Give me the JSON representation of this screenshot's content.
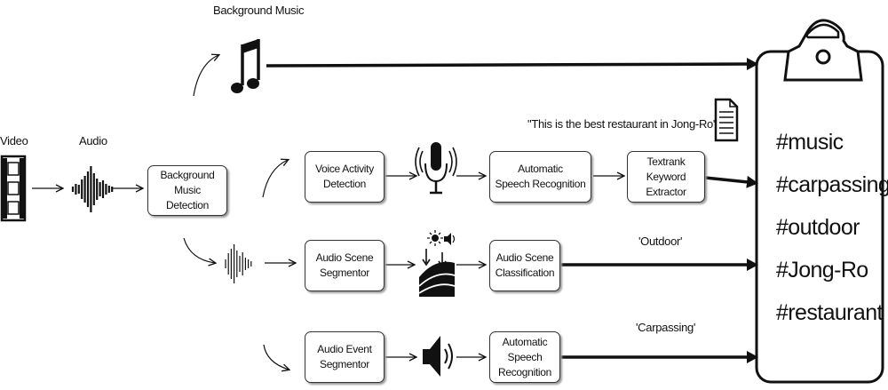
{
  "labels": {
    "background_music": "Background Music",
    "video": "Video",
    "audio": "Audio",
    "speech_quote": "\"This is the best restaurant in Jong-Ro\"",
    "outdoor_quote": "'Outdoor'",
    "carpassing_quote": "'Carpassing'"
  },
  "boxes": {
    "bg_music_detection": "Background Music\nDetection",
    "voice_activity_detection": "Voice Activity\nDetection",
    "asr_top": "Automatic\nSpeech Recognition",
    "textrank": "Textrank\nKeyword Extractor",
    "audio_scene_segmentor": "Audio Scene\nSegmentor",
    "audio_scene_classification": "Audio Scene\nClassification",
    "audio_event_segmentor": "Audio Event\nSegmentor",
    "asr_bottom": "Automatic\nSpeech Recognition"
  },
  "hashtags": [
    "#music",
    "#carpassing",
    "#outdoor",
    "#Jong-Ro",
    "#restaurant"
  ],
  "icons": [
    "music-note-icon",
    "film-strip-icon",
    "waveform-icon",
    "microphone-icon",
    "landscape-icon",
    "speaker-icon",
    "document-icon",
    "clipboard-icon"
  ]
}
